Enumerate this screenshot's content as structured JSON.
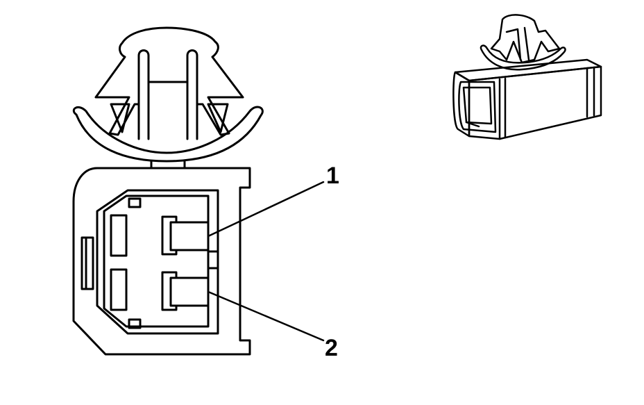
{
  "diagram": {
    "callouts": [
      {
        "id": "1",
        "text": "1",
        "target": "upper-terminal"
      },
      {
        "id": "2",
        "text": "2",
        "target": "lower-terminal"
      }
    ],
    "stroke_color": "#000000",
    "fill_color": "#ffffff"
  }
}
